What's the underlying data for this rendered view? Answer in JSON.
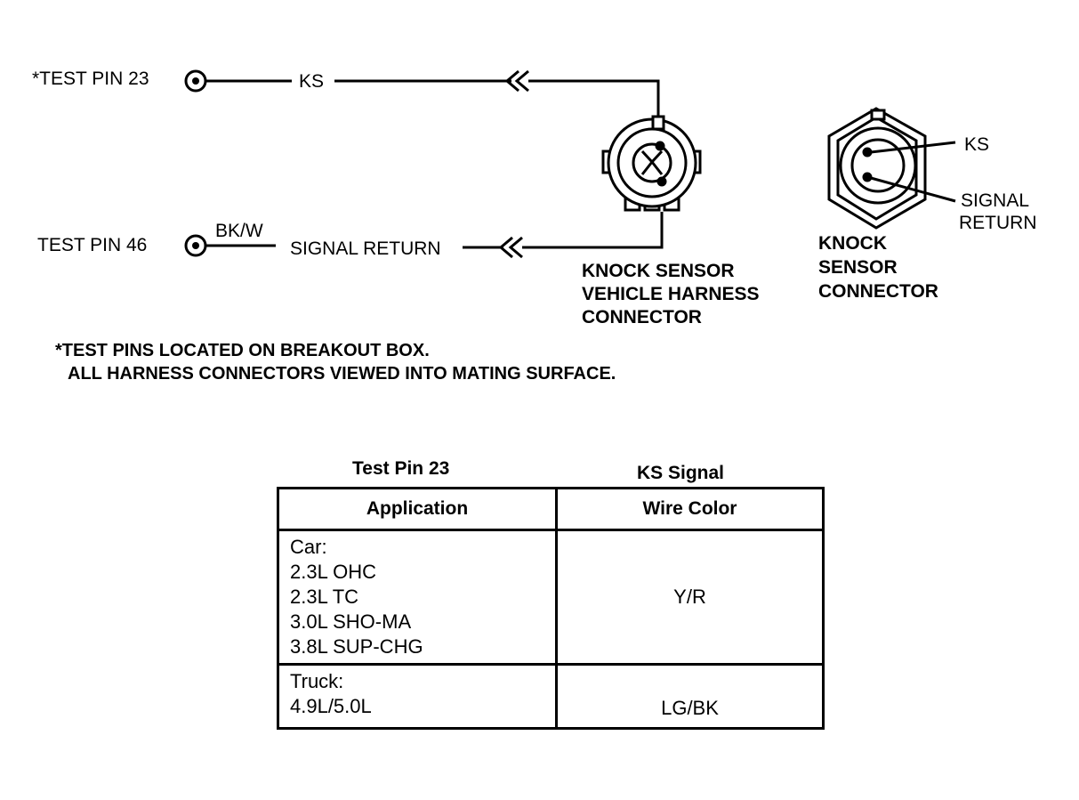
{
  "diagram": {
    "pin23": {
      "label": "*TEST PIN 23",
      "wire": "KS"
    },
    "pin46": {
      "label": "TEST PIN 46",
      "wire_color": "BK/W",
      "wire": "SIGNAL RETURN"
    },
    "harness_connector_label": [
      "KNOCK SENSOR",
      "VEHICLE HARNESS",
      "CONNECTOR"
    ],
    "sensor_connector": {
      "label": [
        "KNOCK",
        "SENSOR",
        "CONNECTOR"
      ],
      "ks_label": "KS",
      "return_label": [
        "SIGNAL",
        "RETURN"
      ]
    },
    "notes": [
      "*TEST PINS LOCATED ON BREAKOUT BOX.",
      "ALL HARNESS CONNECTORS VIEWED INTO MATING SURFACE."
    ]
  },
  "table": {
    "title_left": "Test Pin 23",
    "title_right": "KS Signal",
    "headers": [
      "Application",
      "Wire Color"
    ],
    "rows": [
      {
        "application": [
          "Car:",
          "2.3L  OHC",
          "2.3L  TC",
          "3.0L  SHO-MA",
          "3.8L  SUP-CHG"
        ],
        "wire_color": "Y/R"
      },
      {
        "application": [
          "Truck:",
          "4.9L/5.0L"
        ],
        "wire_color": "LG/BK"
      }
    ]
  }
}
